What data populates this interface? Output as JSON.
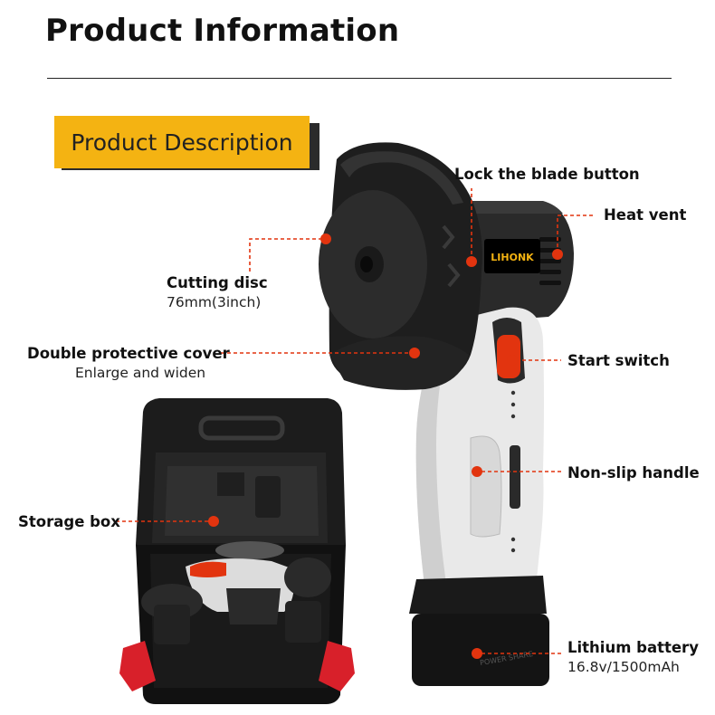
{
  "header": {
    "title": "Product Information"
  },
  "badge": {
    "label": "Product Description"
  },
  "brand": {
    "logo_text": "LIHONK",
    "battery_text": "POWER SHARE"
  },
  "colors": {
    "accent": "#f4b312",
    "callout": "#e2340f",
    "tool_body": "#e9e9e9",
    "tool_dark": "#1e1e1e"
  },
  "callouts": {
    "lock_blade": {
      "title": "Lock the blade button"
    },
    "heat_vent": {
      "title": "Heat vent"
    },
    "cutting_disc": {
      "title": "Cutting disc",
      "subtitle": "76mm(3inch)"
    },
    "protective_cover": {
      "title": "Double protective cover",
      "subtitle": "Enlarge and widen"
    },
    "start_switch": {
      "title": "Start switch"
    },
    "non_slip_handle": {
      "title": "Non-slip handle"
    },
    "storage_box": {
      "title": "Storage box"
    },
    "lithium_battery": {
      "title": "Lithium battery",
      "subtitle": "16.8v/1500mAh"
    }
  }
}
